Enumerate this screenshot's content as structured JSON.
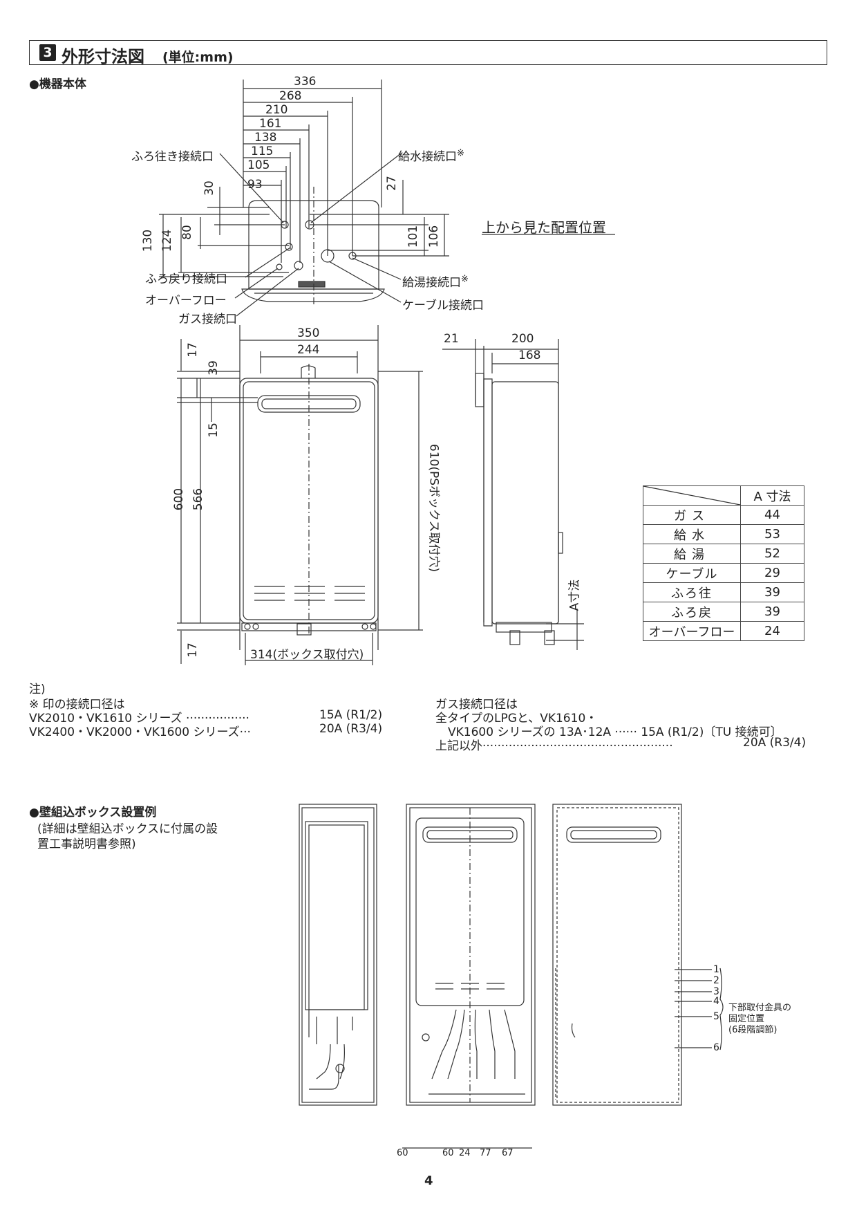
{
  "header": {
    "section_number": "3",
    "title": "外形寸法図",
    "unit": "(単位:mm)"
  },
  "section1": {
    "bullet": "●機器本体"
  },
  "top_view": {
    "dims_horizontal": [
      "336",
      "268",
      "210",
      "161",
      "138",
      "115",
      "105",
      "93"
    ],
    "dims_left": [
      "30",
      "130",
      "124",
      "80"
    ],
    "dims_right": [
      "27",
      "101",
      "106"
    ],
    "label_furo_iki": "ふろ往き接続口",
    "label_kyusui": "給水接続口",
    "mark": "※",
    "label_furo_modori": "ふろ戻り接続口",
    "label_overflow": "オーバーフロー",
    "label_gas": "ガス接続口",
    "label_kyuto": "給湯接続口",
    "label_cable": "ケーブル接続口",
    "caption": "上から見た配置位置"
  },
  "front_view": {
    "dim_350": "350",
    "dim_244": "244",
    "dim_17a": "17",
    "dim_39": "39",
    "dim_15": "15",
    "dim_600": "600",
    "dim_566": "566",
    "dim_610": "610(PSボックス取付穴)",
    "dim_17b": "17",
    "dim_314": "314(ボックス取付穴)"
  },
  "side_view": {
    "dim_21": "21",
    "dim_200": "200",
    "dim_168": "168",
    "dim_a": "A寸法"
  },
  "a_table": {
    "header": "A 寸法",
    "rows": [
      {
        "name": "ガス",
        "value": "44"
      },
      {
        "name": "給水",
        "value": "53"
      },
      {
        "name": "給湯",
        "value": "52"
      },
      {
        "name": "ケーブル",
        "value": "29"
      },
      {
        "name": "ふろ往",
        "value": "39"
      },
      {
        "name": "ふろ戻",
        "value": "39"
      },
      {
        "name": "オーバーフロー",
        "value": "24"
      }
    ]
  },
  "notes": {
    "head": "注)",
    "left_l1": "※ 印の接続口径は",
    "left_l2a": "VK2010・VK1610 シリーズ  ·················",
    "left_l2b": "15A (R1/2)",
    "left_l3a": "VK2400・VK2000・VK1600 シリーズ···",
    "left_l3b": "20A (R3/4)",
    "right_l1": "ガス接続口径は",
    "right_l2": "全タイプのLPGと、VK1610・",
    "right_l3": "VK1600 シリーズの 13A･12A ······ 15A (R1/2)〔TU 接続可〕",
    "right_l4a": "上記以外···················································",
    "right_l4b": "20A (R3/4)"
  },
  "section2": {
    "bullet": "●壁組込ボックス設置例",
    "desc1": "(詳細は壁組込ボックスに付属の設",
    "desc2": "置工事説明書参照)"
  },
  "box_dims": [
    "60",
    "60",
    "24",
    "77",
    "67"
  ],
  "positions": [
    "1",
    "2",
    "3",
    "4",
    "5",
    "6"
  ],
  "position_note": [
    "下部取付金具の",
    "固定位置",
    "(6段階調節)"
  ],
  "page_number": "4"
}
